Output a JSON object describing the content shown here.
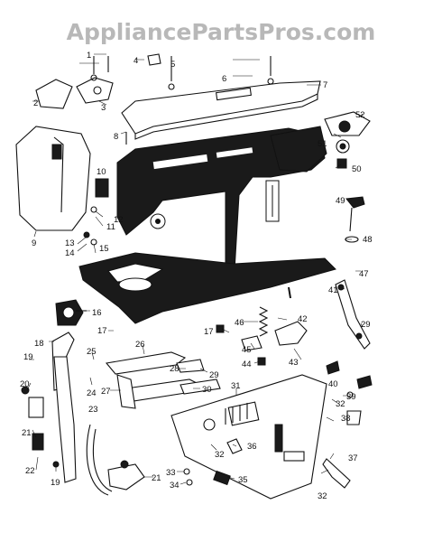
{
  "watermark": "AppliancePartsPros.com",
  "callouts": [
    "1",
    "2",
    "3",
    "4",
    "5",
    "6",
    "7",
    "8",
    "9",
    "10",
    "11",
    "12",
    "13",
    "14",
    "15",
    "16",
    "17",
    "17",
    "18",
    "19",
    "19",
    "20",
    "21",
    "21",
    "22",
    "23",
    "24",
    "25",
    "26",
    "27",
    "28",
    "29",
    "29",
    "30",
    "31",
    "32",
    "32",
    "32",
    "33",
    "34",
    "35",
    "36",
    "37",
    "38",
    "39",
    "40",
    "41",
    "42",
    "43",
    "44",
    "45",
    "46",
    "47",
    "48",
    "49",
    "50",
    "51",
    "52"
  ]
}
